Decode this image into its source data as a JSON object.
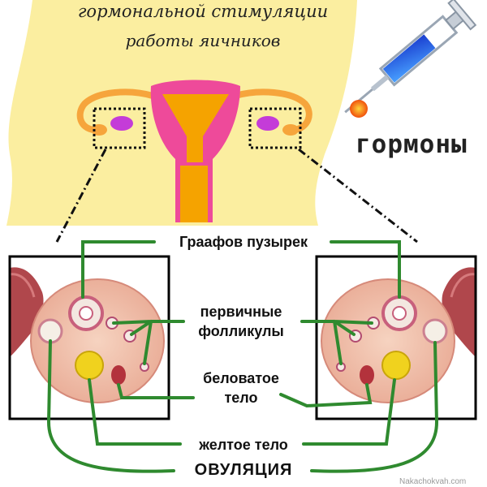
{
  "title": {
    "line1": "гормональной стимуляции",
    "line2": "работы яичников"
  },
  "hormones_label": "гормоны",
  "labels": {
    "graafian_follicle": "Граафов пузырек",
    "primary_follicles_line1": "первичные",
    "primary_follicles_line2": "фолликулы",
    "corpus_albicans_line1": "беловатое",
    "corpus_albicans_line2": "тело",
    "corpus_luteum": "желтое тело",
    "ovulation": "ОВУЛЯЦИЯ"
  },
  "watermark": "Nakachokvah.com",
  "colors": {
    "body_bg": "#fbeea0",
    "uterus": "#ee4a9a",
    "cervix": "#f5a300",
    "tube": "#f6a53c",
    "ovary": "#c43cd8",
    "syringe_liquid": "#1e5be0",
    "injection_spot": "#f06010",
    "leader_lines": "#2f8a2f",
    "frame": "#000000"
  }
}
